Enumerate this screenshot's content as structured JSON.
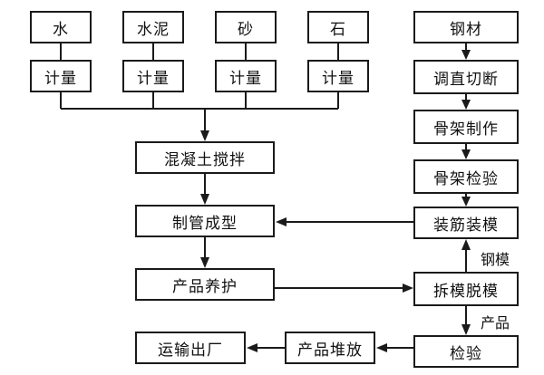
{
  "flowchart": {
    "nodes": {
      "water": "水",
      "cement": "水泥",
      "sand": "砂",
      "stone": "石",
      "measure_water": "计量",
      "measure_cement": "计量",
      "measure_sand": "计量",
      "measure_stone": "计量",
      "concrete_mixing": "混凝土搅拌",
      "pipe_forming": "制管成型",
      "product_curing": "产品养护",
      "transport_out": "运输出厂",
      "product_stacking": "产品堆放",
      "steel": "钢材",
      "straighten_cut": "调直切断",
      "cage_making": "骨架制作",
      "cage_inspection": "骨架检验",
      "rebar_mold_assembly": "装筋装模",
      "demolding": "拆模脱模",
      "inspection": "检验"
    },
    "edge_labels": {
      "steel_mold": "钢模",
      "product": "产品"
    }
  }
}
